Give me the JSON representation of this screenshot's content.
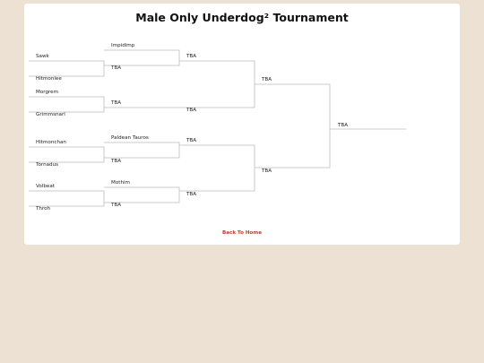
{
  "title": "Male Only Underdog² Tournament",
  "rounds": {
    "r1": [
      "Sawk",
      "Hitmonlee",
      "Morgrem",
      "Grimmsnarl",
      "Hitmonchan",
      "Tornadus",
      "Volbeat",
      "Throh"
    ],
    "r2": [
      "Impidimp",
      "TBA",
      "TBA",
      "",
      "Paldean Tauros",
      "TBA",
      "Mothim",
      "TBA"
    ],
    "r3": [
      "TBA",
      "TBA",
      "TBA",
      "TBA"
    ],
    "r4": [
      "TBA",
      "TBA"
    ],
    "final": [
      "TBA"
    ]
  },
  "back_label": "Back To Home",
  "colors": {
    "background": "#ece1d2",
    "card": "#ffffff",
    "line": "#bbbbbb",
    "link": "#c0392b"
  }
}
